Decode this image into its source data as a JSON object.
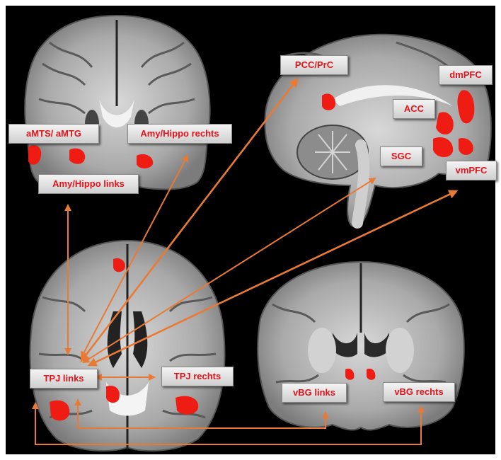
{
  "labels": {
    "amts_amtg": "aMTS/ aMTG",
    "amy_hippo_rechts": "Amy/Hippo rechts",
    "amy_hippo_links": "Amy/Hippo links",
    "pcc_prc": "PCC/PrC",
    "dmpfc": "dmPFC",
    "acc": "ACC",
    "sgc": "SGC",
    "vmpfc": "vmPFC",
    "tpj_links": "TPJ links",
    "tpj_rechts": "TPJ rechts",
    "vbg_links": "vBG links",
    "vbg_rechts": "vBG rechts"
  },
  "colors": {
    "background": "#000000",
    "region_fill": "#ee1c12",
    "arrow": "#e97a35",
    "label_text": "#e0141b"
  }
}
